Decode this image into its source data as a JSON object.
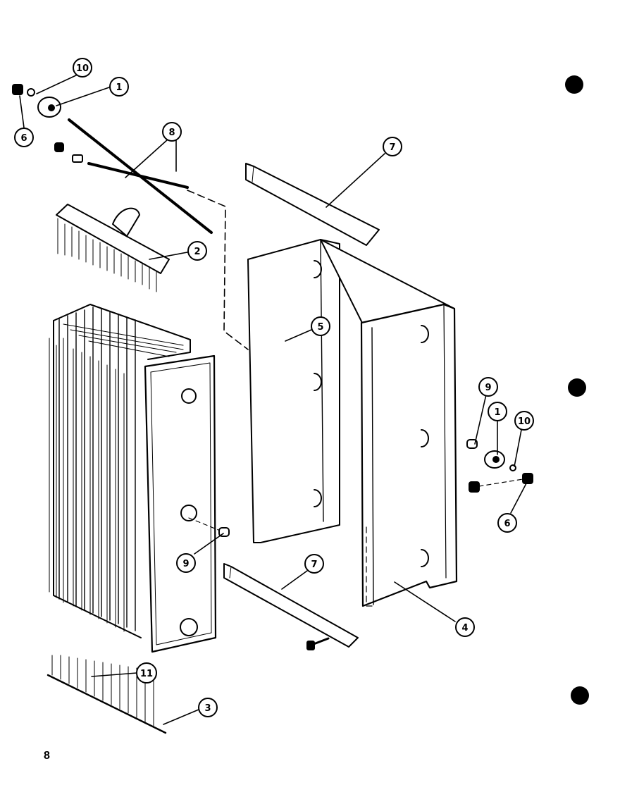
{
  "diagram": {
    "callouts": [
      {
        "id": "c10a",
        "label": "10"
      },
      {
        "id": "c1a",
        "label": "1"
      },
      {
        "id": "c6a",
        "label": "6"
      },
      {
        "id": "c8",
        "label": "8"
      },
      {
        "id": "c2",
        "label": "2"
      },
      {
        "id": "c7a",
        "label": "7"
      },
      {
        "id": "c5",
        "label": "5"
      },
      {
        "id": "c9a",
        "label": "9"
      },
      {
        "id": "c1b",
        "label": "1"
      },
      {
        "id": "c10b",
        "label": "10"
      },
      {
        "id": "c6b",
        "label": "6"
      },
      {
        "id": "c9b",
        "label": "9"
      },
      {
        "id": "c7b",
        "label": "7"
      },
      {
        "id": "c4",
        "label": "4"
      },
      {
        "id": "c11",
        "label": "11"
      },
      {
        "id": "c3",
        "label": "3"
      }
    ],
    "page_number": "8"
  },
  "colors": {
    "ink": "#000000",
    "paper": "#ffffff"
  }
}
